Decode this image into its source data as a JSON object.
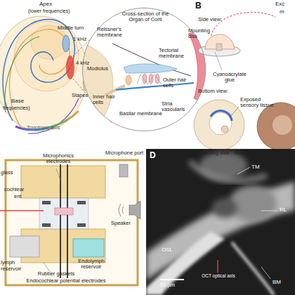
{
  "diagram": {
    "nodes": [
      {
        "text": [
          "Cross-section of the Organ of Corti",
          "Reissner's membrane",
          "Tectorial membrane",
          "Modiolus",
          "Outer hair cells",
          "Inner hair cells",
          "Basilar membrane",
          "Stria vascularis"
        ]
      },
      {
        "text": [
          "TM",
          "RL",
          "OSL",
          "BM",
          "50 µm",
          "OCT optical axis"
        ]
      }
    ],
    "labels": [
      "Apex",
      "(lower frequencies)",
      "Middle turn",
      "1 kHz",
      "4 kHz",
      "Stapes",
      "Base",
      "frequencies)",
      "Tonotopic axis",
      "B",
      "Exc",
      "m",
      "Side view:",
      "Mounting disk",
      "Cyanoacrylate glue",
      "Bottom view:",
      "Exposed sensory tissue",
      "Mounting disk",
      "Modiolus",
      "Microphonics electrodes",
      "Microphone port",
      "glass",
      "cochlear",
      "ent",
      "Speaker",
      "lymph",
      "reservoir",
      "Endolymph reservoir",
      "Rubber gaskets",
      "Endocochlear potential electrodes",
      "D"
    ]
  }
}
